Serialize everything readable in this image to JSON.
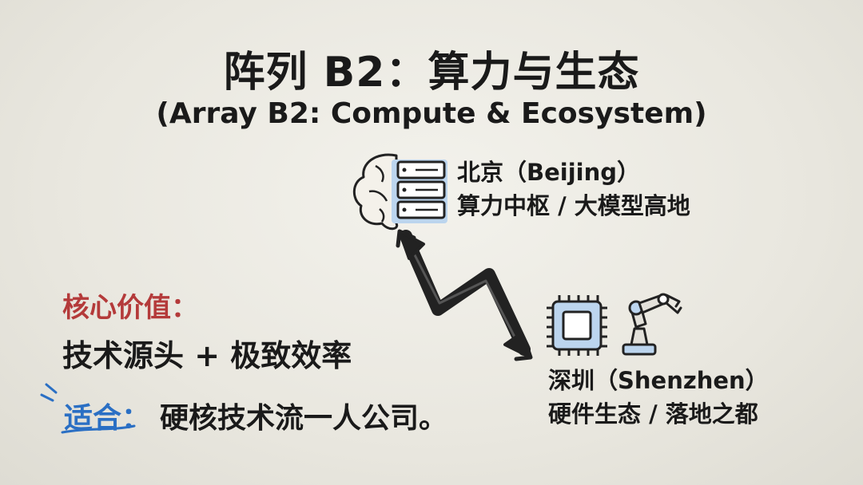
{
  "header": {
    "title": "阵列 B2：算力与生态",
    "subtitle": "(Array B2: Compute & Ecosystem)"
  },
  "nodes": {
    "beijing": {
      "line1": "北京（Beijing）",
      "line2": "算力中枢 / 大模型高地"
    },
    "shenzhen": {
      "line1": "深圳（Shenzhen）",
      "line2": "硬件生态 / 落地之都"
    }
  },
  "core": {
    "label": "核心价值：",
    "value": "技术源头 + 极致效率"
  },
  "fit": {
    "label": "适合：",
    "value": "硬核技术流一人公司。"
  },
  "icons": [
    "brain-icon",
    "server-icon",
    "chip-icon",
    "robot-arm-icon",
    "lightning-arrow-icon"
  ],
  "colors": {
    "core_label": "#b43a3a",
    "fit_label": "#2a6fc4",
    "accent_blue": "#9bbfe3"
  }
}
